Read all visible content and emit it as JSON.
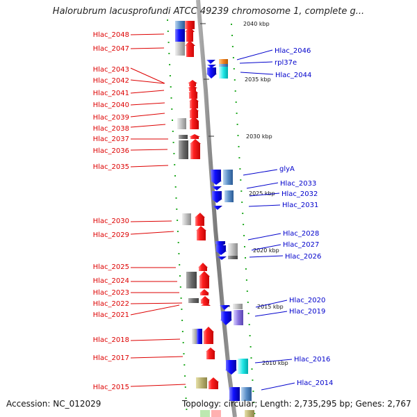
{
  "title": "Halorubrum lacusprofundi ATCC 49239 chromosome 1, complete g...",
  "footer": {
    "accession": "Accession: NC_012029",
    "summary": "Topology: circular; Length: 2,735,295 bp; Genes: 2,767"
  },
  "colors": {
    "left_label": "#dd0000",
    "right_label": "#0000cc",
    "backbone": "#888888",
    "tick": "#22aa22"
  },
  "kbp_marks": [
    "2040 kbp",
    "2035 kbp",
    "2030 kbp",
    "2025 kbp",
    "2020 kbp",
    "2015 kbp",
    "2010 kbp"
  ],
  "left_labels": [
    "Hlac_2048",
    "Hlac_2047",
    "Hlac_2043",
    "Hlac_2042",
    "Hlac_2041",
    "Hlac_2040",
    "Hlac_2039",
    "Hlac_2038",
    "Hlac_2037",
    "Hlac_2036",
    "Hlac_2035",
    "Hlac_2030",
    "Hlac_2029",
    "Hlac_2025",
    "Hlac_2024",
    "Hlac_2023",
    "Hlac_2022",
    "Hlac_2021",
    "Hlac_2018",
    "Hlac_2017",
    "Hlac_2015"
  ],
  "right_labels": [
    "Hlac_2046",
    "rpl37e",
    "Hlac_2044",
    "glyA",
    "Hlac_2033",
    "Hlac_2032",
    "Hlac_2031",
    "Hlac_2028",
    "Hlac_2027",
    "Hlac_2026",
    "Hlac_2020",
    "Hlac_2019",
    "Hlac_2016",
    "Hlac_2014"
  ]
}
